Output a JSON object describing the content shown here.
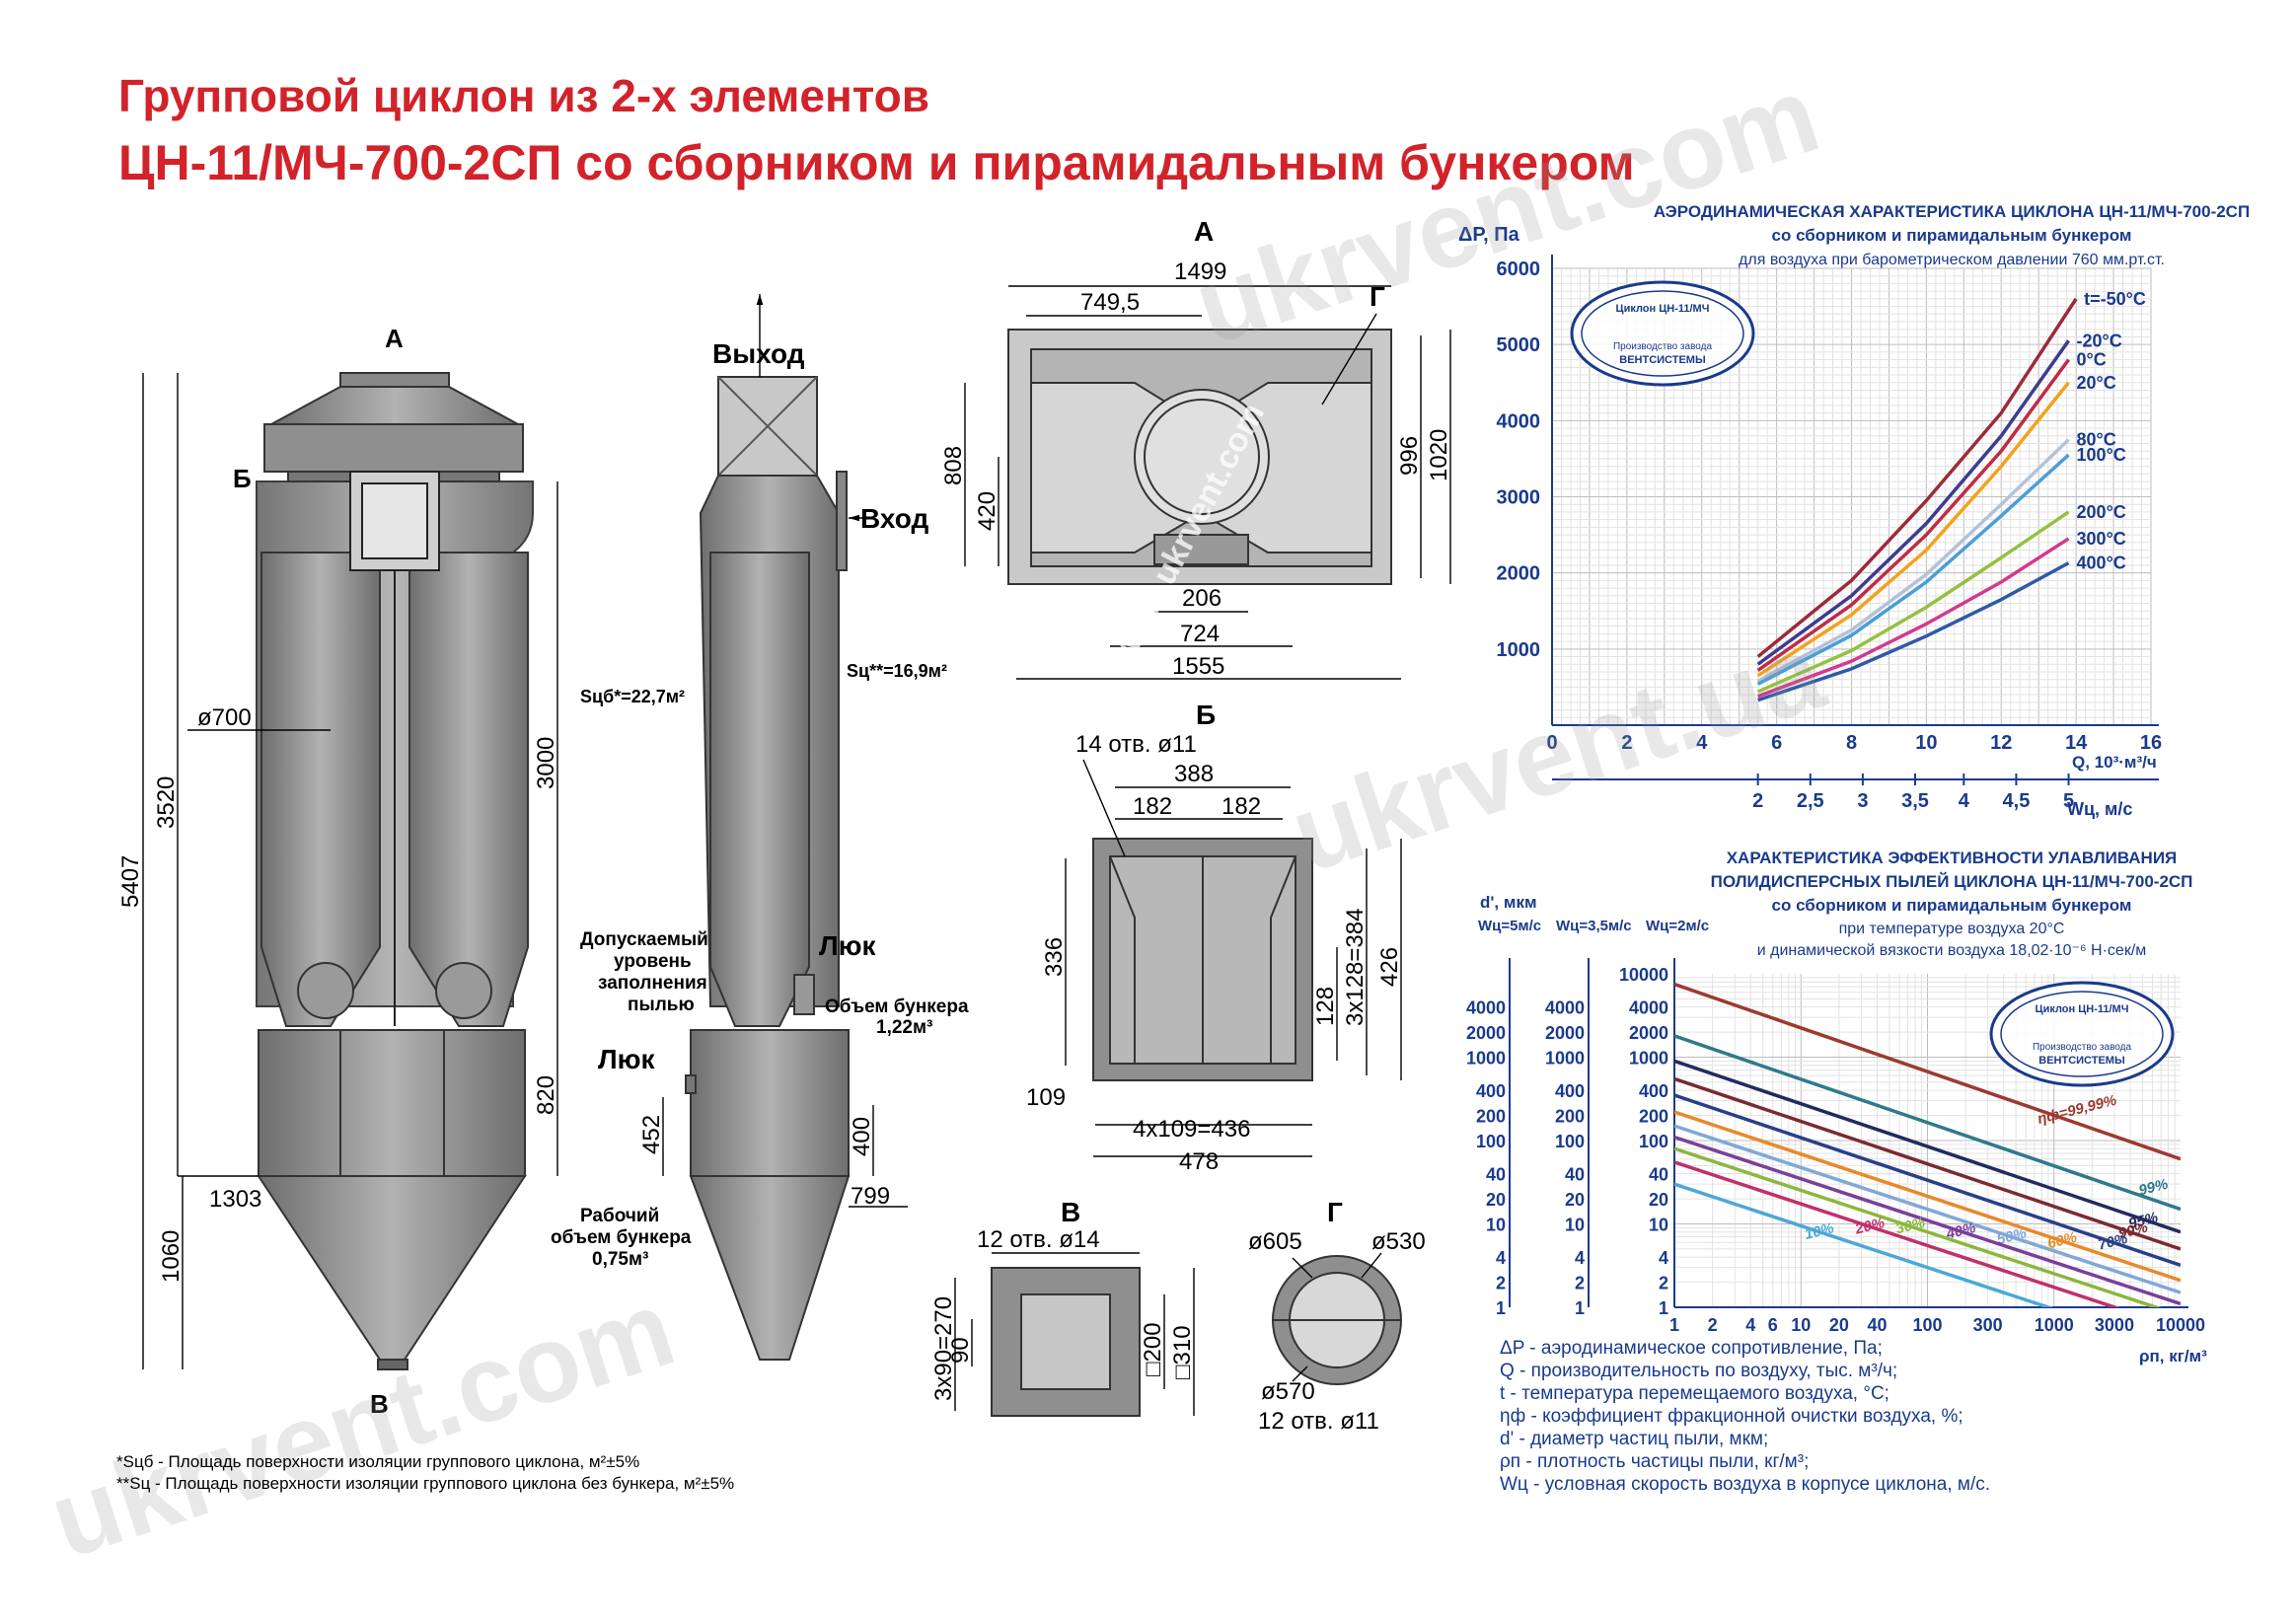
{
  "title_line1": "Групповой циклон из 2-х элементов",
  "title_line2": "ЦН-11/МЧ-700-2СП со сборником и пирамидальным бункером",
  "watermarks": [
    "ukrvent.com",
    "ukrvent.ua",
    "www.ukrvent.com"
  ],
  "colors": {
    "title": "#d2232a",
    "chart_text": "#1a3a8c",
    "steel": "#8d8d8d",
    "steel_dark": "#5d5d5d"
  },
  "front_view": {
    "labels": {
      "inlet_top": "А",
      "outlet_bottom": "В",
      "section_b": "Б"
    },
    "dims": {
      "d700": "ø700",
      "h5407": "5407",
      "h3520": "3520",
      "h3000": "3000",
      "h820": "820",
      "h1060": "1060",
      "w1303": "1303"
    }
  },
  "side_view": {
    "labels": {
      "outlet": "Выход",
      "inlet": "Вход",
      "hatch1": "Люк",
      "hatch2": "Люк",
      "fill_level": [
        "Допускаемый",
        "уровень",
        "заполнения",
        "пылью"
      ],
      "bunker_volume": [
        "Объем бункера",
        "1,22м³"
      ],
      "work_volume": [
        "Рабочий",
        "объем бункера",
        "0,75м³"
      ],
      "s_full": "Sцб*=22,7м²",
      "s_no_bunker": "Sц**=16,9м²"
    },
    "dims": {
      "h452": "452",
      "h400": "400",
      "w799": "799"
    }
  },
  "view_a": {
    "label": "А",
    "dims": {
      "w1499": "1499",
      "w749": "749,5",
      "w206": "206",
      "w724": "724",
      "w1555": "1555",
      "h808": "808",
      "h420": "420",
      "h996": "996",
      "h1020": "1020",
      "g": "Г"
    }
  },
  "view_b": {
    "label": "Б",
    "dims": {
      "holes": "14 отв. ø11",
      "w388": "388",
      "w182a": "182",
      "w182b": "182",
      "h336": "336",
      "h128": "128",
      "h3x128": "3x128=384",
      "h426": "426",
      "w109": "109",
      "w4x109": "4x109=436",
      "w478": "478"
    }
  },
  "view_v": {
    "label": "В",
    "dims": {
      "holes": "12 отв. ø14",
      "h3x90": "3x90=270",
      "h90": "90",
      "s200": "□200",
      "s310": "□310"
    }
  },
  "view_g": {
    "label": "Г",
    "dims": {
      "d605": "ø605",
      "d530": "ø530",
      "d570": "ø570",
      "holes": "12 отв. ø11"
    }
  },
  "footnotes": [
    "*Sцб - Площадь поверхности изоляции группового циклона, м²±5%",
    "**Sц - Площадь поверхности изоляции группового циклона без бункера, м²±5%"
  ],
  "chart_data": [
    {
      "type": "line",
      "title": "АЭРОДИНАМИЧЕСКАЯ ХАРАКТЕРИСТИКА ЦИКЛОНА ЦН-11/МЧ-700-2СП",
      "subtitle": [
        "со сборником и пирамидальным бункером",
        "для воздуха при барометрическом давлении 760 мм.рт.ст."
      ],
      "ylabel": "ΔP, Па",
      "xlabel": "Q, 10³·м³/ч",
      "x2label": "Wц, м/с",
      "xlim": [
        0,
        16
      ],
      "ylim": [
        0,
        6000
      ],
      "xticks": [
        "0",
        "2",
        "4",
        "6",
        "8",
        "10",
        "12",
        "14",
        "16"
      ],
      "yticks": [
        "1000",
        "2000",
        "3000",
        "4000",
        "5000",
        "6000"
      ],
      "x2ticks": [
        "2",
        "2,5",
        "3",
        "3,5",
        "4",
        "4,5",
        "5"
      ],
      "x2positions": [
        5.5,
        6.9,
        8.3,
        9.7,
        11.0,
        12.4,
        13.8
      ],
      "stamp": [
        "Циклон ЦН-11/МЧ",
        "Производство завода",
        "ВЕНТСИСТЕМЫ"
      ],
      "grid": true,
      "series": [
        {
          "name": "t=-50°C",
          "color": "#9c2a3a",
          "x": [
            5.5,
            8,
            10,
            12,
            14
          ],
          "y": [
            900,
            1900,
            2950,
            4100,
            5600
          ]
        },
        {
          "name": "-20°C",
          "color": "#3d3c8f",
          "x": [
            5.5,
            8,
            10,
            12,
            13.8
          ],
          "y": [
            800,
            1700,
            2650,
            3800,
            5050
          ]
        },
        {
          "name": "0°C",
          "color": "#c02c44",
          "x": [
            5.5,
            8,
            10,
            12,
            13.8
          ],
          "y": [
            720,
            1580,
            2500,
            3600,
            4800
          ]
        },
        {
          "name": "20°C",
          "color": "#f3a21c",
          "x": [
            5.5,
            8,
            10,
            12,
            13.8
          ],
          "y": [
            650,
            1450,
            2300,
            3400,
            4500
          ]
        },
        {
          "name": "80°C",
          "color": "#b6c0d8",
          "x": [
            5.5,
            8,
            10,
            12,
            13.8
          ],
          "y": [
            580,
            1250,
            1980,
            2900,
            3750
          ]
        },
        {
          "name": "100°C",
          "color": "#4a9fd4",
          "x": [
            5.5,
            8,
            10,
            12,
            13.8
          ],
          "y": [
            540,
            1180,
            1880,
            2750,
            3550
          ]
        },
        {
          "name": "200°C",
          "color": "#95c140",
          "x": [
            5.5,
            8,
            10,
            12,
            13.8
          ],
          "y": [
            440,
            980,
            1550,
            2200,
            2800
          ]
        },
        {
          "name": "300°C",
          "color": "#d33a8f",
          "x": [
            5.5,
            8,
            10,
            12,
            13.8
          ],
          "y": [
            380,
            840,
            1330,
            1880,
            2450
          ]
        },
        {
          "name": "400°C",
          "color": "#2e5aa8",
          "x": [
            5.5,
            8,
            10,
            12,
            13.8
          ],
          "y": [
            330,
            740,
            1170,
            1650,
            2130
          ]
        }
      ]
    },
    {
      "type": "line",
      "title": "ХАРАКТЕРИСТИКА ЭФФЕКТИВНОСТИ УЛАВЛИВАНИЯ",
      "subtitle": [
        "ПОЛИДИСПЕРСНЫХ ПЫЛЕЙ ЦИКЛОНА ЦН-11/МЧ-700-2СП",
        "со сборником и пирамидальным бункером",
        "при температуре воздуха 20°С",
        "и динамической вязкости воздуха 18,02·10⁻⁶ Н·сек/м"
      ],
      "ylabel": "d', мкм",
      "xlabel": "ρп, кг/м³",
      "axis_headers": [
        "Wц=5м/с",
        "Wц=3,5м/с",
        "Wц=2м/с"
      ],
      "xscale": "log",
      "yscale": "log",
      "xlim": [
        1,
        10000
      ],
      "ylim": [
        1,
        10000
      ],
      "xticks": [
        "1",
        "2",
        "4",
        "6",
        "10",
        "20",
        "40",
        "100",
        "300",
        "1000",
        "3000",
        "10000"
      ],
      "xtick_values": [
        1,
        2,
        4,
        6,
        10,
        20,
        40,
        100,
        300,
        1000,
        3000,
        10000
      ],
      "yticks_main": [
        "10000",
        "4000",
        "2000",
        "1000",
        "400",
        "200",
        "100",
        "40",
        "20",
        "10",
        "4",
        "2",
        "1"
      ],
      "ytick_values": [
        10000,
        4000,
        2000,
        1000,
        400,
        200,
        100,
        40,
        20,
        10,
        4,
        2,
        1
      ],
      "yticks_side": [
        "4000",
        "2000",
        "1000",
        "400",
        "200",
        "100",
        "40",
        "20",
        "10",
        "4",
        "2",
        "1"
      ],
      "ytick_side_values": [
        4000,
        2000,
        1000,
        400,
        200,
        100,
        40,
        20,
        10,
        4,
        2,
        1
      ],
      "stamp": [
        "Циклон ЦН-11/МЧ",
        "Производство завода",
        "ВЕНТСИСТЕМЫ"
      ],
      "grid": true,
      "series": [
        {
          "name": "ηф=99,99%",
          "color": "#9c3a32",
          "x": [
            1,
            10000
          ],
          "y": [
            7500,
            60
          ]
        },
        {
          "name": "99%",
          "color": "#2e7a8a",
          "x": [
            1,
            10000
          ],
          "y": [
            1800,
            15
          ]
        },
        {
          "name": "95%",
          "color": "#232a60",
          "x": [
            1,
            10000
          ],
          "y": [
            900,
            8
          ]
        },
        {
          "name": "90%",
          "color": "#7a2a32",
          "x": [
            1,
            10000
          ],
          "y": [
            550,
            5
          ]
        },
        {
          "name": "70%",
          "color": "#2a3f8a",
          "x": [
            1,
            10000
          ],
          "y": [
            350,
            3.2
          ]
        },
        {
          "name": "60%",
          "color": "#e8892a",
          "x": [
            1,
            10000
          ],
          "y": [
            220,
            2.1
          ]
        },
        {
          "name": "50%",
          "color": "#7fa8d8",
          "x": [
            1,
            10000
          ],
          "y": [
            150,
            1.5
          ]
        },
        {
          "name": "40%",
          "color": "#7a3f9a",
          "x": [
            1,
            10000
          ],
          "y": [
            110,
            1.1
          ]
        },
        {
          "name": "30%",
          "color": "#8ab83c",
          "x": [
            1,
            10000
          ],
          "y": [
            80,
            0.8
          ]
        },
        {
          "name": "20%",
          "color": "#c0306a",
          "x": [
            1,
            10000
          ],
          "y": [
            55,
            0.55
          ]
        },
        {
          "name": "10%",
          "color": "#4aa8d8",
          "x": [
            1,
            10000
          ],
          "y": [
            30,
            0.3
          ]
        }
      ]
    }
  ],
  "legend_lines": [
    "ΔP - аэродинамическое сопротивление, Па;",
    "Q - производительность по воздуху, тыс. м³/ч;",
    "t - температура перемещаемого воздуха, °С;",
    "ηф - коэффициент фракционной очистки воздуха, %;",
    "d' - диаметр частиц пыли, мкм;",
    "ρп - плотность частицы пыли, кг/м³;",
    "Wц - условная скорость воздуха в корпусе циклона, м/с."
  ]
}
